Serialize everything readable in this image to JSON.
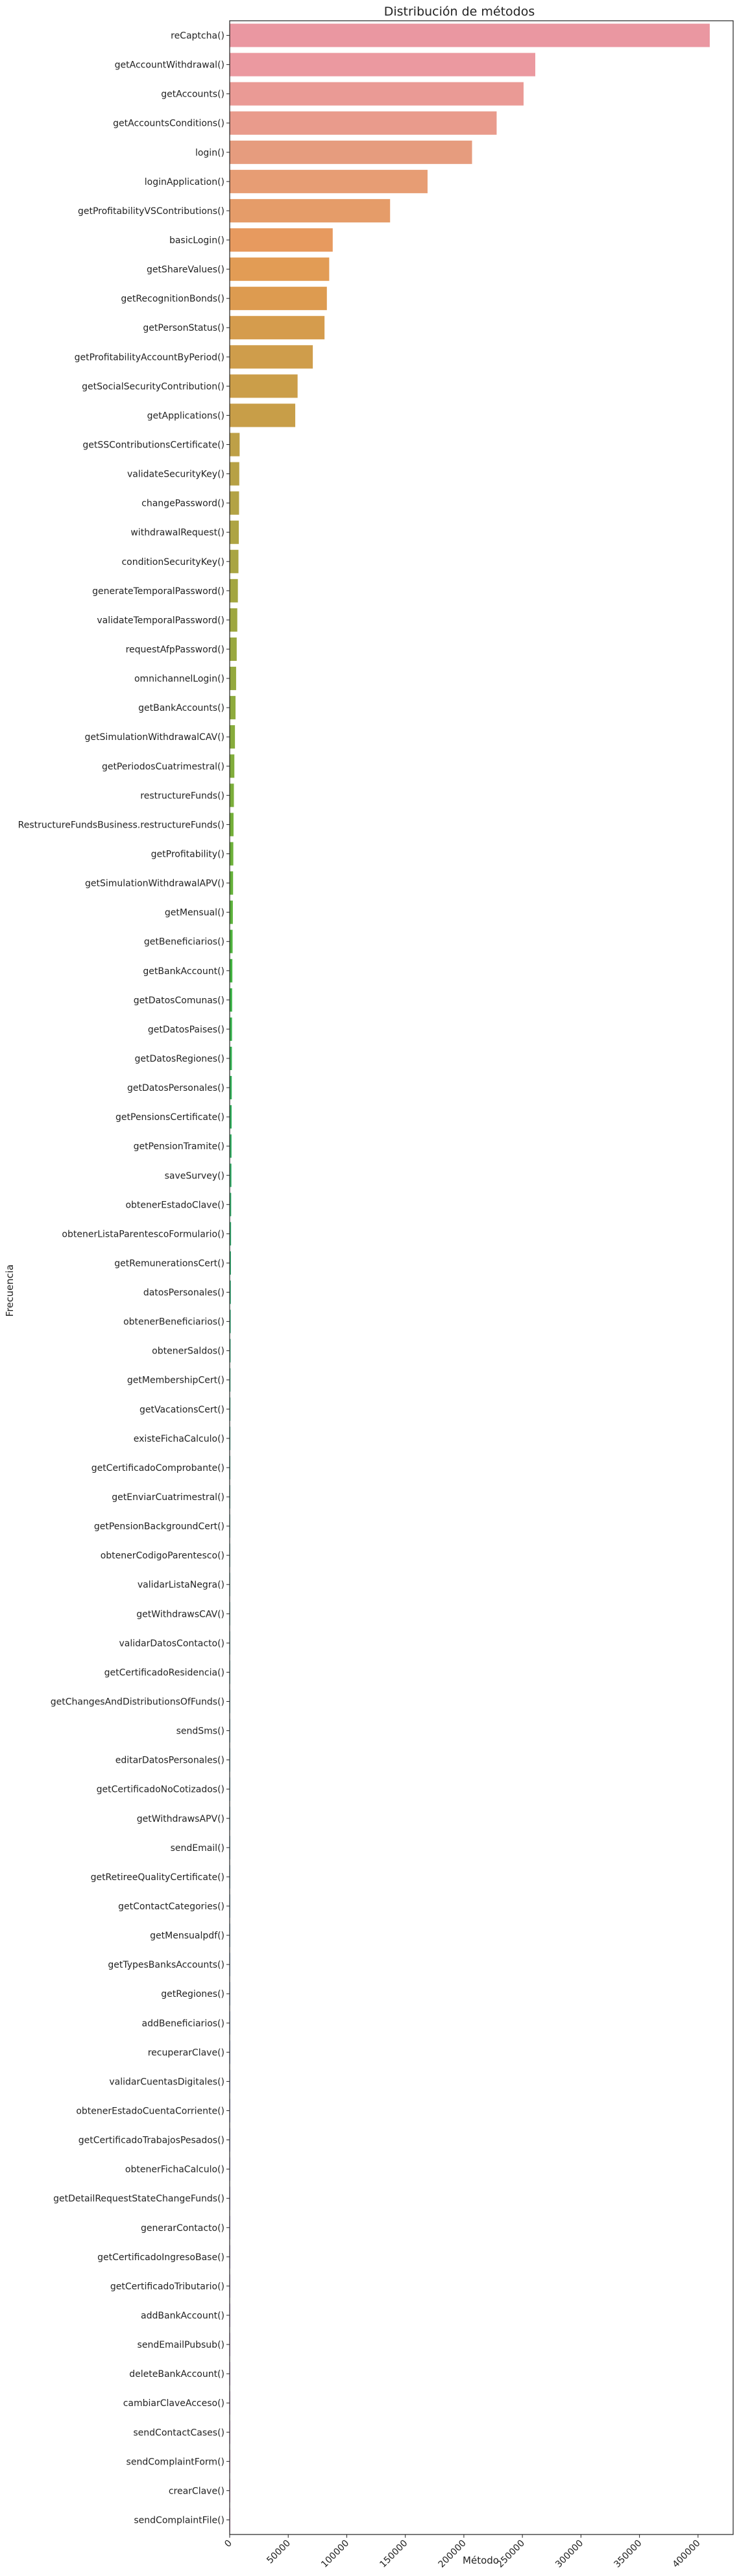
{
  "chart_data": {
    "type": "bar",
    "orientation": "horizontal",
    "title": "Distribución de métodos",
    "xlabel": "Método",
    "ylabel": "Frecuencia",
    "xlim": [
      0,
      430000
    ],
    "xticks": [
      0,
      50000,
      100000,
      150000,
      200000,
      250000,
      300000,
      350000,
      400000
    ],
    "xtick_labels": [
      "0",
      "50000",
      "100000",
      "150000",
      "200000",
      "250000",
      "300000",
      "350000",
      "400000"
    ],
    "grid": false,
    "categories": [
      "reCaptcha()",
      "getAccountWithdrawal()",
      "getAccounts()",
      "getAccountsConditions()",
      "login()",
      "loginApplication()",
      "getProfitabilityVSContributions()",
      "basicLogin()",
      "getShareValues()",
      "getRecognitionBonds()",
      "getPersonStatus()",
      "getProfitabilityAccountByPeriod()",
      "getSocialSecurityContribution()",
      "getApplications()",
      "getSSContributionsCertificate()",
      "validateSecurityKey()",
      "changePassword()",
      "withdrawalRequest()",
      "conditionSecurityKey()",
      "generateTemporalPassword()",
      "validateTemporalPassword()",
      "requestAfpPassword()",
      "omnichannelLogin()",
      "getBankAccounts()",
      "getSimulationWithdrawalCAV()",
      "getPeriodosCuatrimestral()",
      "restructureFunds()",
      "RestructureFundsBusiness.restructureFunds()",
      "getProfitability()",
      "getSimulationWithdrawalAPV()",
      "getMensual()",
      "getBeneficiarios()",
      "getBankAccount()",
      "getDatosComunas()",
      "getDatosPaises()",
      "getDatosRegiones()",
      "getDatosPersonales()",
      "getPensionsCertificate()",
      "getPensionTramite()",
      "saveSurvey()",
      "obtenerEstadoClave()",
      "obtenerListaParentescoFormulario()",
      "getRemunerationsCert()",
      "datosPersonales()",
      "obtenerBeneficiarios()",
      "obtenerSaldos()",
      "getMembershipCert()",
      "getVacationsCert()",
      "existeFichaCalculo()",
      "getCertificadoComprobante()",
      "getEnviarCuatrimestral()",
      "getPensionBackgroundCert()",
      "obtenerCodigoParentesco()",
      "validarListaNegra()",
      "getWithdrawsCAV()",
      "validarDatosContacto()",
      "getCertificadoResidencia()",
      "getChangesAndDistributionsOfFunds()",
      "sendSms()",
      "editarDatosPersonales()",
      "getCertificadoNoCotizados()",
      "getWithdrawsAPV()",
      "sendEmail()",
      "getRetireeQualityCertificate()",
      "getContactCategories()",
      "getMensualpdf()",
      "getTypesBanksAccounts()",
      "getRegiones()",
      "addBeneficiarios()",
      "recuperarClave()",
      "validarCuentasDigitales()",
      "obtenerEstadoCuentaCorriente()",
      "getCertificadoTrabajosPesados()",
      "obtenerFichaCalculo()",
      "getDetailRequestStateChangeFunds()",
      "generarContacto()",
      "getCertificadoIngresoBase()",
      "getCertificadoTributario()",
      "addBankAccount()",
      "sendEmailPubsub()",
      "deleteBankAccount()",
      "cambiarClaveAcceso()",
      "sendContactCases()",
      "sendComplaintForm()",
      "crearClave()",
      "sendComplaintFile()"
    ],
    "values": [
      410000,
      261000,
      251000,
      228000,
      207000,
      169000,
      137000,
      88000,
      85000,
      83000,
      81000,
      71000,
      58000,
      56000,
      8500,
      8200,
      8000,
      7800,
      7500,
      7000,
      6500,
      6000,
      5500,
      5000,
      4500,
      4000,
      3600,
      3300,
      3100,
      2900,
      2700,
      2500,
      2300,
      2100,
      2000,
      1900,
      1800,
      1700,
      1600,
      1500,
      1300,
      1200,
      1100,
      1000,
      900,
      800,
      700,
      650,
      600,
      550,
      500,
      450,
      420,
      400,
      380,
      360,
      340,
      320,
      300,
      280,
      260,
      240,
      220,
      200,
      180,
      160,
      150,
      140,
      130,
      120,
      110,
      100,
      90,
      80,
      70,
      60,
      50,
      40,
      35,
      30,
      25,
      20,
      15,
      10,
      5,
      3
    ],
    "colors": [
      "#ea97a1",
      "#eb99a0",
      "#ea9a95",
      "#e99b8c",
      "#e69c7e",
      "#e79d74",
      "#e59c69",
      "#e79a5f",
      "#e29c55",
      "#dd9b50",
      "#d59c4d",
      "#cf9d4b",
      "#cb9e49",
      "#c89e48",
      "#bea047",
      "#b7a145",
      "#b3a345",
      "#aea443",
      "#a9a542",
      "#a3a640",
      "#9ea73f",
      "#99a83f",
      "#94a93e",
      "#8eab3d",
      "#87ac3c",
      "#81ad3b",
      "#7bae3a",
      "#74af39",
      "#6cb039",
      "#65b13a",
      "#5cb23b",
      "#4fb33e",
      "#43b441",
      "#3ab446",
      "#36b34d",
      "#35b354",
      "#33b25a",
      "#32b25f",
      "#32b164",
      "#31b169",
      "#31b16d",
      "#31b171",
      "#31b075",
      "#31b079",
      "#31b07d",
      "#31af81",
      "#31af85",
      "#32af89",
      "#32ae8d",
      "#32ae91",
      "#33ad95",
      "#33ad99",
      "#34ac9d",
      "#35aca1",
      "#36aba5",
      "#37aaa9",
      "#38a9ad",
      "#39a8b1",
      "#3aa7b5",
      "#3ca6b9",
      "#3ea5bd",
      "#41a3c1",
      "#44a1c5",
      "#489fc9",
      "#4c9dcd",
      "#519ad1",
      "#5797d5",
      "#5e94d8",
      "#6590db",
      "#6d8ddd",
      "#758ade",
      "#7d87df",
      "#8484df",
      "#8b81df",
      "#9380de",
      "#9b7edd",
      "#a37cdc",
      "#ab7adb",
      "#b278d9",
      "#b976d7",
      "#c074d4",
      "#c872d1",
      "#cf71cd",
      "#d670c9",
      "#dc70c4",
      "#e070bf"
    ]
  }
}
